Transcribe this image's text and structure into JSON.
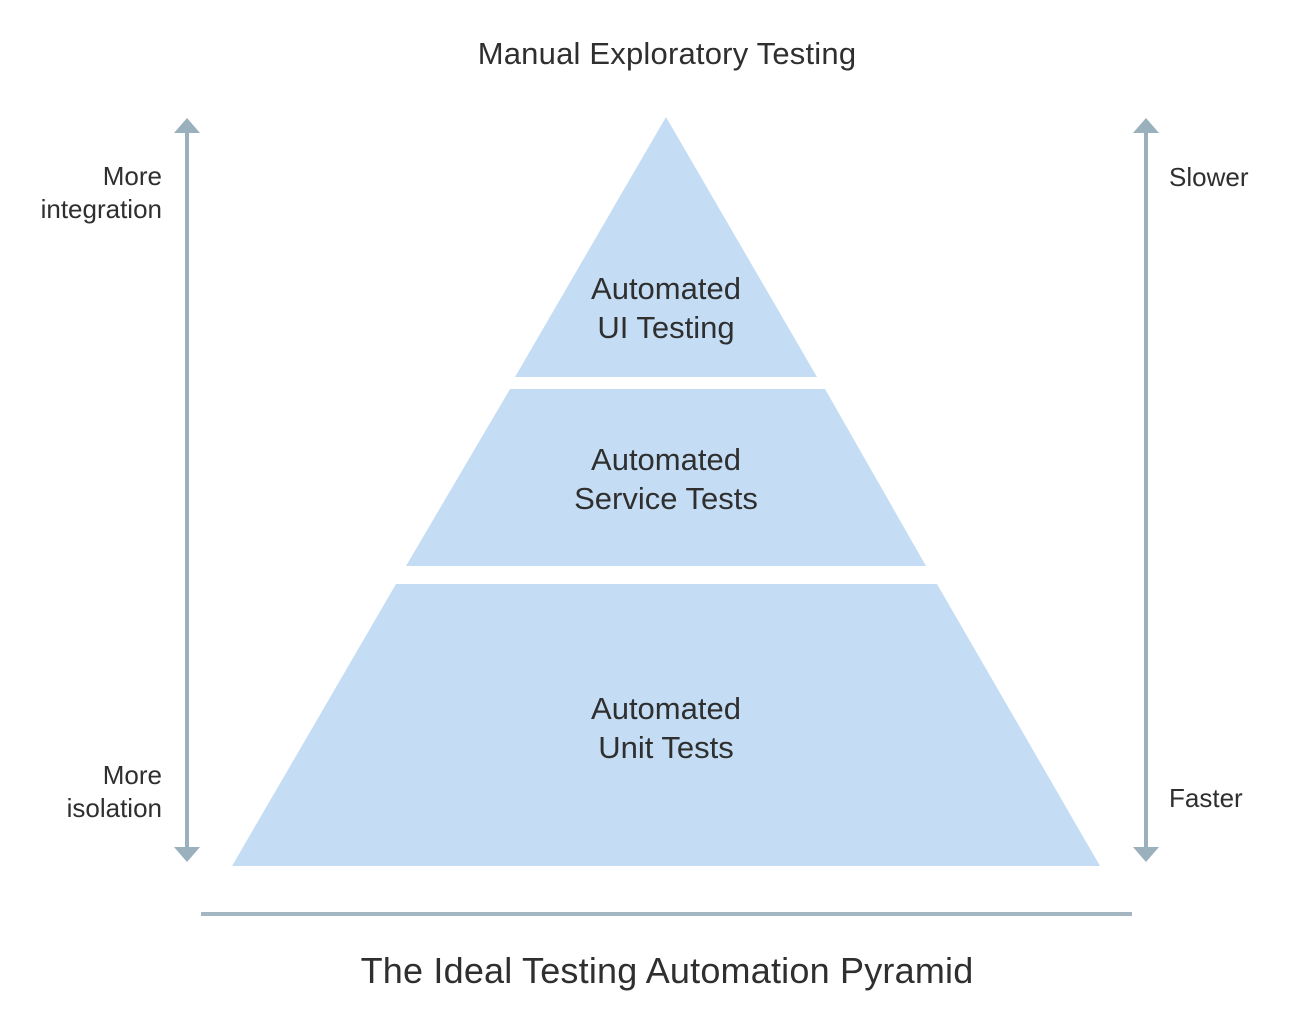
{
  "top_label": "Manual Exploratory Testing",
  "title": "The Ideal Testing Automation Pyramid",
  "left_axis": {
    "top": [
      "More",
      "integration"
    ],
    "bottom": [
      "More",
      "isolation"
    ]
  },
  "right_axis": {
    "top": "Slower",
    "bottom": "Faster"
  },
  "tiers": [
    {
      "line1": "Automated",
      "line2": "UI Testing"
    },
    {
      "line1": "Automated",
      "line2": "Service Tests"
    },
    {
      "line1": "Automated",
      "line2": "Unit Tests"
    }
  ],
  "colors": {
    "tier_fill": "#c4ddf5",
    "arrow": "#9ab0bd",
    "baseline": "#a4b6c2",
    "text": "#2f2f2f"
  }
}
